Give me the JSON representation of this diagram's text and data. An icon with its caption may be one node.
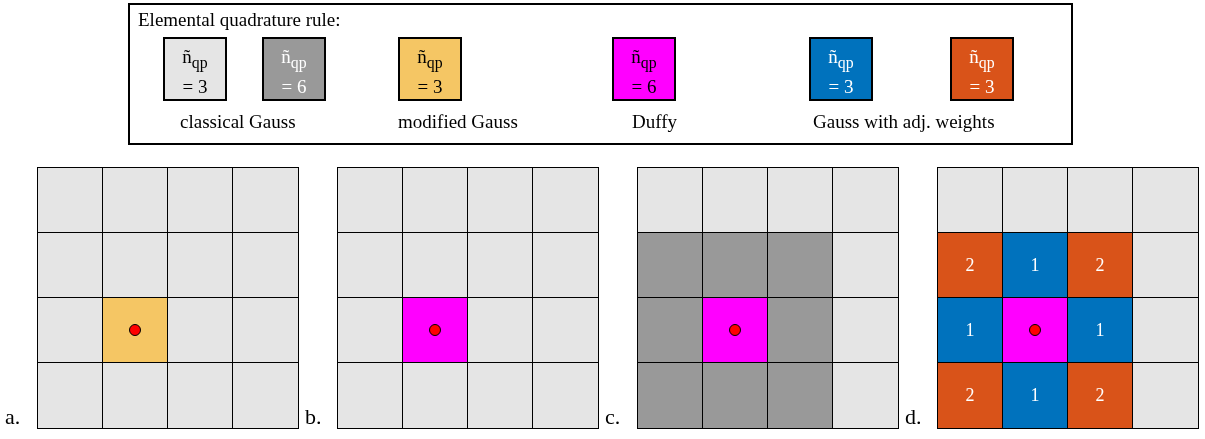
{
  "diagram": {
    "nodes": [
      {
        "text": [
          "Elemental quadrature rule:"
        ]
      },
      {
        "text": [
          "ñ$_{qp}$ = 3"
        ],
        "in": 0
      },
      {
        "text": [
          "ñ$_{qp}$ = 6"
        ],
        "in": 0
      },
      {
        "text": [
          "ñ$_{qp}$ = 3"
        ],
        "in": 0
      },
      {
        "text": [
          "ñ$_{qp}$ = 6"
        ],
        "in": 0
      },
      {
        "text": [
          "ñ$_{qp}$ = 3"
        ],
        "in": 0
      },
      {
        "text": [
          "ñ$_{qp}$ = 3"
        ],
        "in": 0
      },
      {
        "text": [],
        "shape": "box",
        "beside": [
          "a."
        ]
      },
      {
        "text": [],
        "shape": "box",
        "in": 7
      },
      {
        "text": [],
        "shape": "box",
        "in": 7
      },
      {
        "text": [],
        "shape": "box",
        "in": 7
      },
      {
        "text": [],
        "shape": "box",
        "in": 7
      },
      {
        "text": [],
        "shape": "box",
        "in": 7
      },
      {
        "text": [],
        "shape": "box",
        "in": 7
      },
      {
        "text": [],
        "shape": "box",
        "in": 7
      },
      {
        "text": [],
        "shape": "box",
        "in": 7
      },
      {
        "text": [],
        "shape": "box",
        "in": 7
      },
      {
        "text": [],
        "shape": "box",
        "in": 7
      },
      {
        "text": [],
        "shape": "box",
        "in": 7
      },
      {
        "text": [],
        "shape": "box",
        "in": 7
      },
      {
        "text": [],
        "shape": "box",
        "in": 7
      },
      {
        "text": [],
        "shape": "box",
        "in": 7
      },
      {
        "text": [],
        "shape": "box",
        "in": 7
      },
      {
        "text": [],
        "shape": "box",
        "in": 7
      },
      {
        "text": [],
        "shape": "circle",
        "in": 17
      },
      {
        "text": [],
        "shape": "box",
        "beside": [
          "b."
        ]
      },
      {
        "text": [],
        "shape": "box",
        "in": 25
      },
      {
        "text": [],
        "shape": "box",
        "in": 25
      },
      {
        "text": [],
        "shape": "box",
        "in": 25
      },
      {
        "text": [],
        "shape": "box",
        "in": 25
      },
      {
        "text": [],
        "shape": "box",
        "in": 25
      },
      {
        "text": [],
        "shape": "box",
        "in": 25
      },
      {
        "text": [],
        "shape": "box",
        "in": 25
      },
      {
        "text": [],
        "shape": "box",
        "in": 25
      },
      {
        "text": [],
        "shape": "box",
        "in": 25
      },
      {
        "text": [],
        "shape": "box",
        "in": 25
      },
      {
        "text": [],
        "shape": "box",
        "in": 25
      },
      {
        "text": [],
        "shape": "box",
        "in": 25
      },
      {
        "text": [],
        "shape": "box",
        "in": 25
      },
      {
        "text": [],
        "shape": "box",
        "in": 25
      },
      {
        "text": [],
        "shape": "box",
        "in": 25
      },
      {
        "text": [],
        "shape": "box",
        "in": 25
      },
      {
        "text": [],
        "shape": "circle",
        "in": 35
      },
      {
        "text": [],
        "shape": "box",
        "beside": [
          "c."
        ]
      },
      {
        "text": [],
        "shape": "box",
        "in": 43
      },
      {
        "text": [],
        "shape": "box",
        "in": 43
      },
      {
        "text": [],
        "shape": "box",
        "in": 43
      },
      {
        "text": [],
        "shape": "box",
        "in": 43
      },
      {
        "text": [],
        "shape": "box",
        "in": 43
      },
      {
        "text": [],
        "shape": "box",
        "in": 43
      },
      {
        "text": [],
        "shape": "box",
        "in": 43
      },
      {
        "text": [],
        "shape": "box",
        "in": 43
      },
      {
        "text": [],
        "shape": "box",
        "in": 43
      },
      {
        "text": [],
        "shape": "box",
        "in": 43
      },
      {
        "text": [],
        "shape": "box",
        "in": 43
      },
      {
        "text": [],
        "shape": "box",
        "in": 43
      },
      {
        "text": [],
        "shape": "box",
        "in": 43
      },
      {
        "text": [],
        "shape": "box",
        "in": 43
      },
      {
        "text": [],
        "shape": "box",
        "in": 43
      },
      {
        "text": [],
        "shape": "box",
        "in": 43
      },
      {
        "text": [],
        "shape": "circle",
        "in": 53
      },
      {
        "text": [],
        "shape": "box",
        "beside": [
          "d."
        ]
      },
      {
        "text": [],
        "shape": "box",
        "in": 61
      },
      {
        "text": [],
        "shape": "box",
        "in": 61
      },
      {
        "text": [],
        "shape": "box",
        "in": 61
      },
      {
        "text": [],
        "shape": "box",
        "in": 61
      },
      {
        "text": [
          "2"
        ],
        "in": 61
      },
      {
        "text": [
          "1"
        ],
        "in": 61
      },
      {
        "text": [
          "2"
        ],
        "in": 61
      },
      {
        "text": [],
        "shape": "box",
        "in": 61
      },
      {
        "text": [
          "1"
        ],
        "in": 61
      },
      {
        "text": [],
        "shape": "box",
        "in": 61
      },
      {
        "text": [
          "1"
        ],
        "in": 61
      },
      {
        "text": [],
        "shape": "box",
        "in": 61
      },
      {
        "text": [
          "2"
        ],
        "in": 61
      },
      {
        "text": [
          "1"
        ],
        "in": 61
      },
      {
        "text": [
          "2"
        ],
        "in": 61
      },
      {
        "text": [],
        "shape": "box",
        "in": 61
      },
      {
        "text": [],
        "shape": "circle",
        "in": 71
      }
    ],
    "labels": [
      "classical Gauss",
      "modified Gauss",
      "Duffy",
      "Gauss with adj. weights"
    ]
  }
}
